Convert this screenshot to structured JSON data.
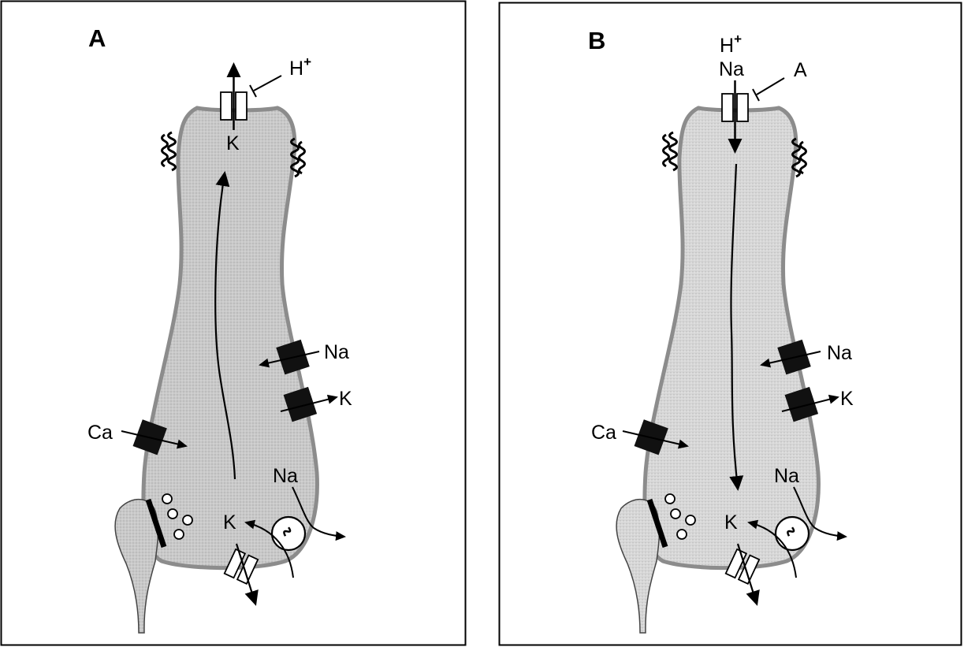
{
  "panels": [
    {
      "letter": "A",
      "apical": {
        "ion1": "H",
        "ion1_sup": "+",
        "ion2": "",
        "blocker": "",
        "channel_ion": "K"
      },
      "lateral": {
        "na": "Na",
        "k": "K",
        "ca": "Ca"
      },
      "basal": {
        "pump_ion": "Na",
        "k": "K"
      }
    },
    {
      "letter": "B",
      "apical": {
        "ion1": "H",
        "ion1_sup": "+",
        "ion2": "Na",
        "blocker": "A",
        "channel_ion": ""
      },
      "lateral": {
        "na": "Na",
        "k": "K",
        "ca": "Ca"
      },
      "basal": {
        "pump_ion": "Na",
        "k": "K"
      }
    }
  ],
  "colors": {
    "cell_fill": "#c9c9c9",
    "cell_fill_b": "#d4d4d4",
    "membrane": "#8c8c8c",
    "channel_dark": "#111111",
    "ink": "#000000"
  },
  "icons": {
    "pump": "tilde-in-circle",
    "microvilli": "wavy-lines",
    "vesicles": "small-circles"
  }
}
